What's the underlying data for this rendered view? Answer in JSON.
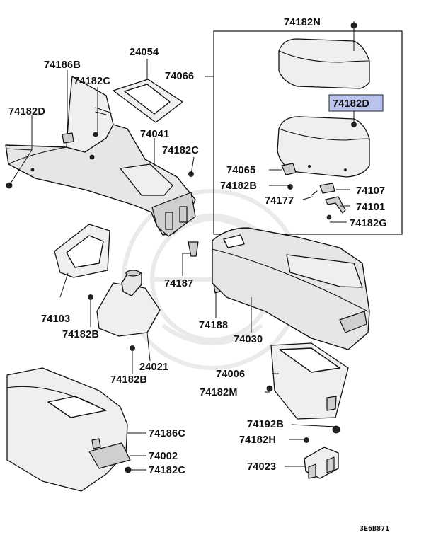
{
  "diagram": {
    "callouts": [
      {
        "id": "c1",
        "text": "74182N"
      },
      {
        "id": "c2",
        "text": "24054"
      },
      {
        "id": "c3",
        "text": "74186B"
      },
      {
        "id": "c4",
        "text": "74066"
      },
      {
        "id": "c5",
        "text": "74182C"
      },
      {
        "id": "c6",
        "text": "74182D"
      },
      {
        "id": "c7",
        "text": "74182D"
      },
      {
        "id": "c8",
        "text": "74041"
      },
      {
        "id": "c9",
        "text": "74182C"
      },
      {
        "id": "c10",
        "text": "74065"
      },
      {
        "id": "c11",
        "text": "74182B"
      },
      {
        "id": "c12",
        "text": "74107"
      },
      {
        "id": "c13",
        "text": "74177"
      },
      {
        "id": "c14",
        "text": "74101"
      },
      {
        "id": "c15",
        "text": "74182G"
      },
      {
        "id": "c16",
        "text": "74187"
      },
      {
        "id": "c17",
        "text": "74103"
      },
      {
        "id": "c18",
        "text": "74182B"
      },
      {
        "id": "c19",
        "text": "74188"
      },
      {
        "id": "c20",
        "text": "74030"
      },
      {
        "id": "c21",
        "text": "24021"
      },
      {
        "id": "c22",
        "text": "74182B"
      },
      {
        "id": "c23",
        "text": "74006"
      },
      {
        "id": "c24",
        "text": "74182M"
      },
      {
        "id": "c25",
        "text": "74186C"
      },
      {
        "id": "c26",
        "text": "74192B"
      },
      {
        "id": "c27",
        "text": "74002"
      },
      {
        "id": "c28",
        "text": "74182H"
      },
      {
        "id": "c29",
        "text": "74182C"
      },
      {
        "id": "c30",
        "text": "74023"
      }
    ],
    "highlight_color": "#b9c3ee",
    "drawing_code": "3E6B871"
  }
}
